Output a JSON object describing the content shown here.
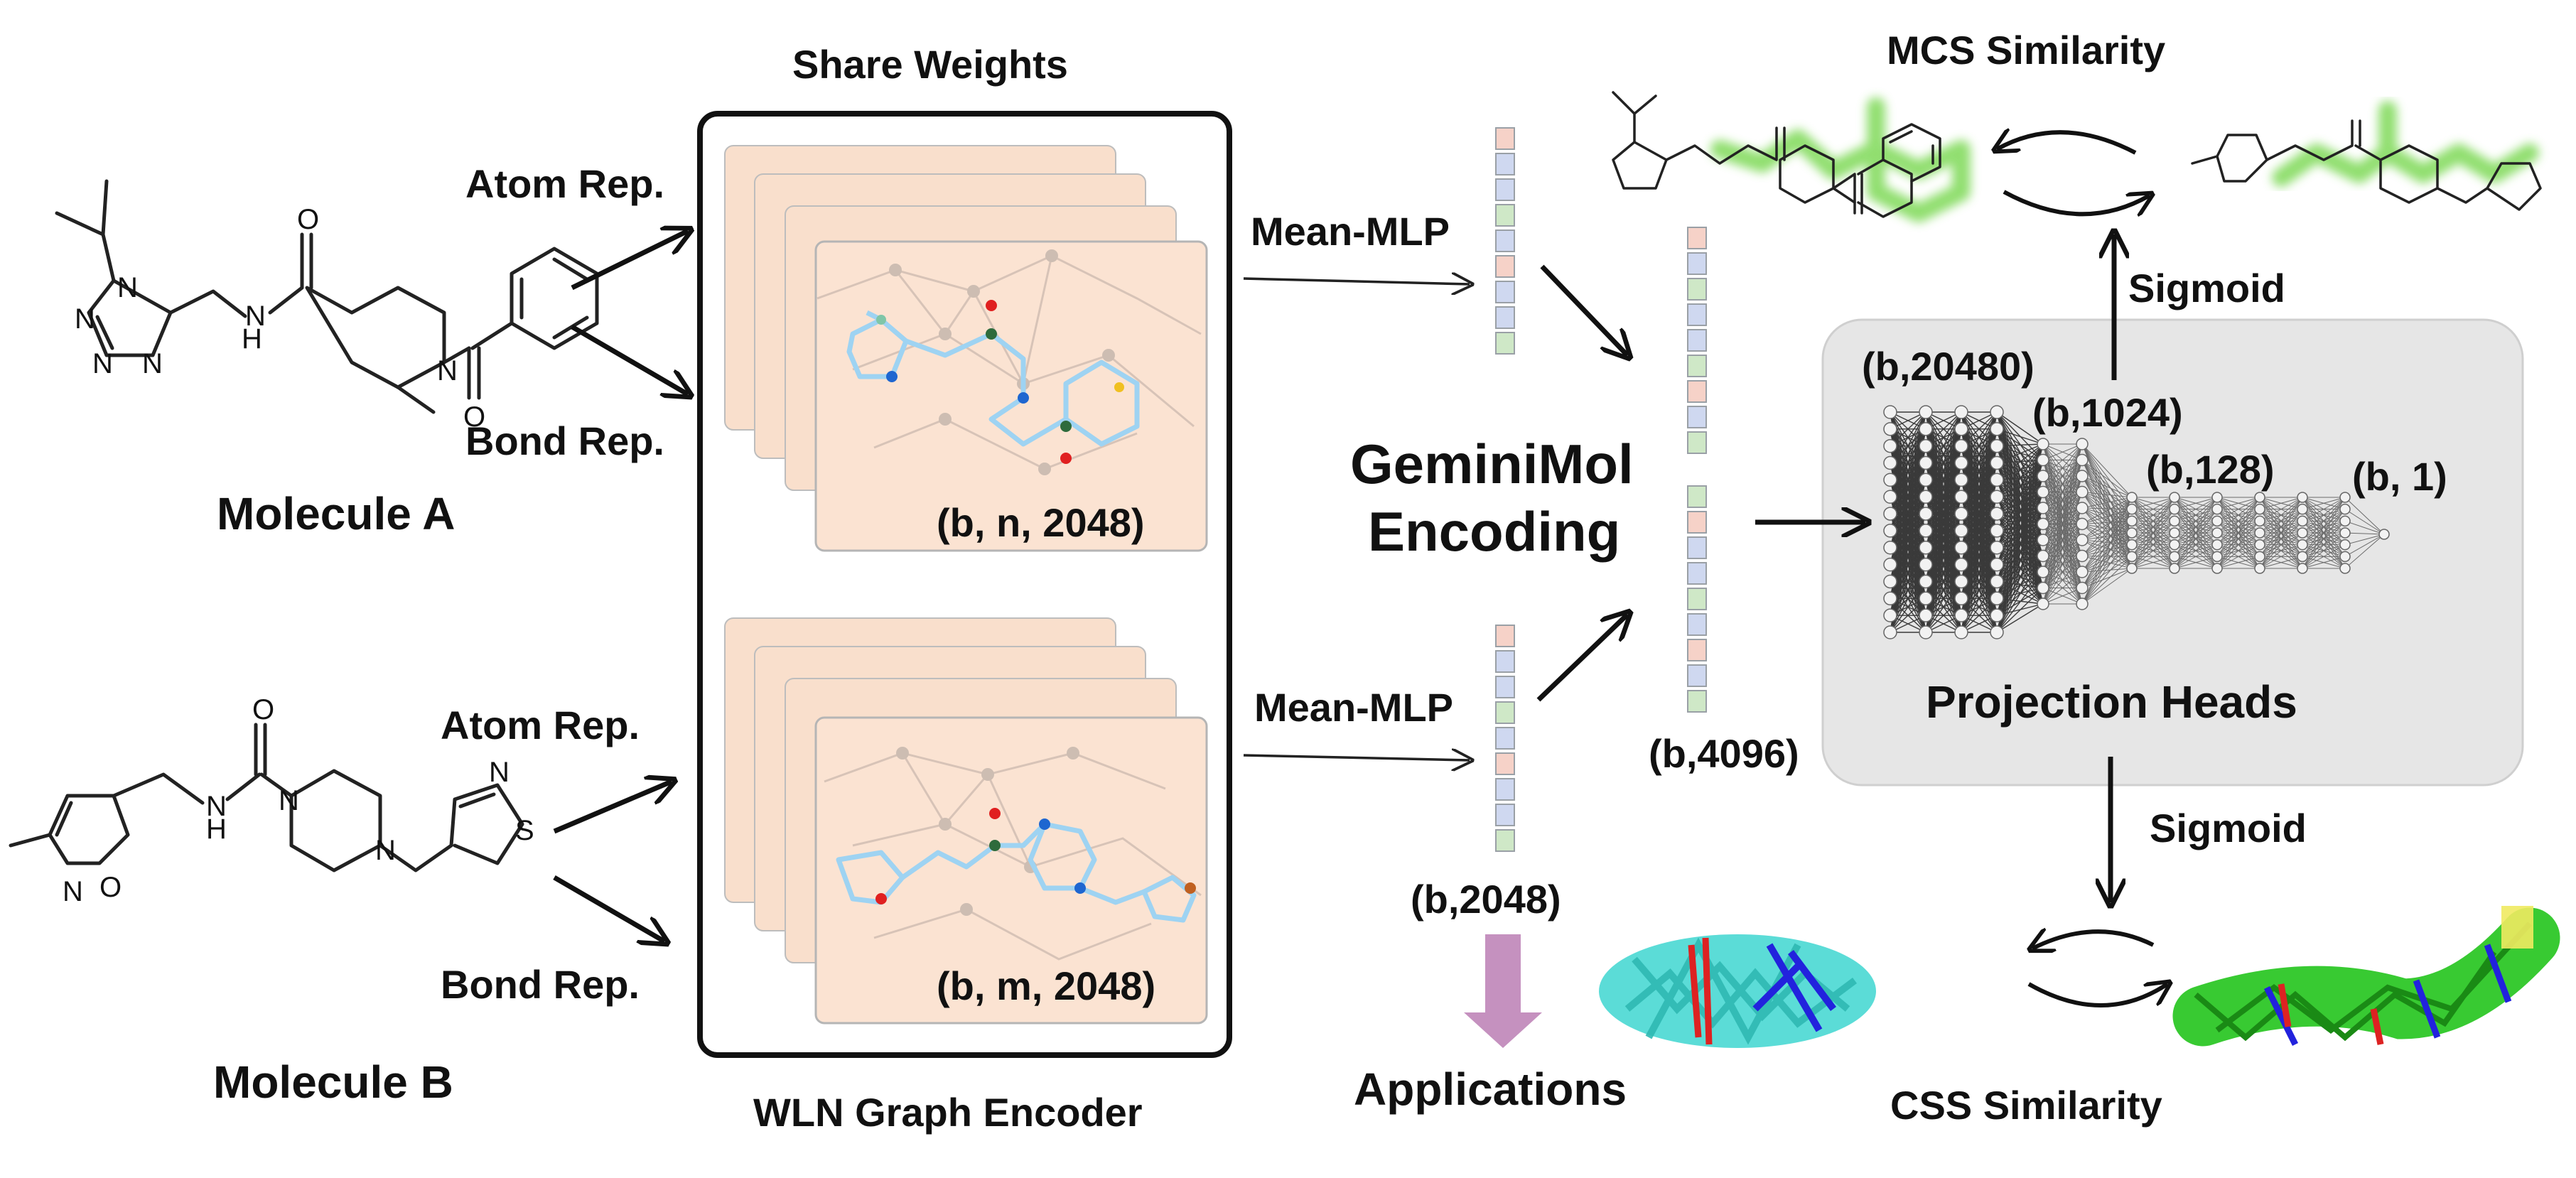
{
  "labels": {
    "share_weights": "Share Weights",
    "atom_rep_a": "Atom Rep.",
    "bond_rep_a": "Bond Rep.",
    "atom_rep_b": "Atom Rep.",
    "bond_rep_b": "Bond Rep.",
    "molecule_a": "Molecule A",
    "molecule_b": "Molecule B",
    "shape_a": "(b, n, 2048)",
    "shape_b": "(b, m, 2048)",
    "wln_encoder": "WLN Graph Encoder",
    "mean_mlp_a": "Mean-MLP",
    "mean_mlp_b": "Mean-MLP",
    "gemini_line1": "GeminiMol",
    "gemini_line2": "Encoding",
    "dim_2048": "(b,2048)",
    "dim_4096": "(b,4096)",
    "applications": "Applications",
    "mcs_similarity": "MCS Similarity",
    "css_similarity": "CSS Similarity",
    "sigmoid_top": "Sigmoid",
    "sigmoid_bottom": "Sigmoid",
    "dim_20480": "(b,20480)",
    "dim_1024": "(b,1024)",
    "dim_128": "(b,128)",
    "dim_1": "(b, 1)",
    "projection_heads": "Projection Heads"
  },
  "atoms": {
    "n": "N",
    "nh": "H",
    "o": "O",
    "s": "S"
  },
  "colors": {
    "card": "#f9dfcc",
    "panel": "#e6e6e6",
    "mcs_highlight": "#7ed957",
    "arrow_applications": "#c591bf",
    "vec_pink": "#f6d2c8",
    "vec_blue": "#cfd8f0",
    "vec_green": "#cfe8c7",
    "css_cyan": "#3ed6d0",
    "css_green": "#22c41c",
    "css_blue": "#2222dd",
    "css_red": "#dd2222"
  }
}
